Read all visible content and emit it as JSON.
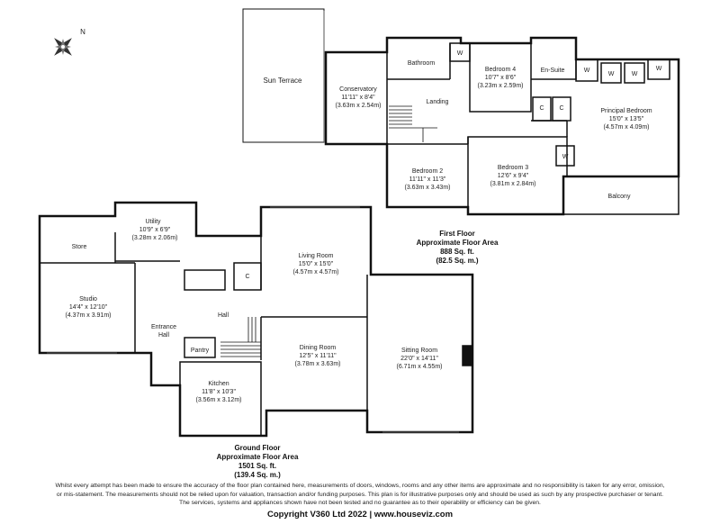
{
  "compass": {
    "north_label": "N",
    "icon": "compass-rose-icon"
  },
  "rooms": {
    "sun_terrace": {
      "name": "Sun Terrace"
    },
    "conservatory": {
      "name": "Conservatory",
      "size_imp": "11'11\" x 8'4\"",
      "size_met": "(3.63m x 2.54m)"
    },
    "bathroom": {
      "name": "Bathroom"
    },
    "wardrobe_w": {
      "name": "W"
    },
    "bedroom4": {
      "name": "Bedroom 4",
      "size_imp": "10'7\" x 8'6\"",
      "size_met": "(3.23m x 2.59m)"
    },
    "en_suite": {
      "name": "En-Suite"
    },
    "landing": {
      "name": "Landing"
    },
    "cupboard_c": {
      "name": "C"
    },
    "principal_bedroom": {
      "name": "Principal  Bedroom",
      "size_imp": "15'0\" x 13'5\"",
      "size_met": "(4.57m x 4.09m)"
    },
    "bedroom2": {
      "name": "Bedroom 2",
      "size_imp": "11'11\" x 11'3\"",
      "size_met": "(3.63m x 3.43m)"
    },
    "bedroom3": {
      "name": "Bedroom 3",
      "size_imp": "12'6\" x 9'4\"",
      "size_met": "(3.81m x 2.84m)"
    },
    "balcony": {
      "name": "Balcony"
    },
    "utility": {
      "name": "Utility",
      "size_imp": "10'9\" x 6'9\"",
      "size_met": "(3.28m x 2.06m)"
    },
    "store": {
      "name": "Store"
    },
    "studio": {
      "name": "Studio",
      "size_imp": "14'4\" x 12'10\"",
      "size_met": "(4.37m x 3.91m)"
    },
    "entrance_hall": {
      "name_line1": "Entrance",
      "name_line2": "Hall"
    },
    "hall": {
      "name": "Hall"
    },
    "pantry": {
      "name": "Pantry"
    },
    "kitchen": {
      "name": "Kitchen",
      "size_imp": "11'8\" x 10'3\"",
      "size_met": "(3.56m x 3.12m)"
    },
    "living_room": {
      "name": "Living Room",
      "size_imp": "15'0\" x 15'0\"",
      "size_met": "(4.57m x 4.57m)"
    },
    "dining_room": {
      "name": "Dining Room",
      "size_imp": "12'5\" x 11'11\"",
      "size_met": "(3.78m x 3.63m)"
    },
    "sitting_room": {
      "name": "Sitting Room",
      "size_imp": "22'0\" x 14'11\"",
      "size_met": "(6.71m x 4.55m)"
    }
  },
  "first_floor": {
    "title": "First Floor",
    "subtitle": "Approximate Floor Area",
    "area_sqft": "888 Sq. ft.",
    "area_sqm": "(82.5 Sq. m.)"
  },
  "ground_floor": {
    "title": "Ground Floor",
    "subtitle": "Approximate Floor Area",
    "area_sqft": "1501 Sq. ft.",
    "area_sqm": "(139.4 Sq. m.)"
  },
  "disclaimer": {
    "line1": "Whilst every attempt has been made to ensure the accuracy of the floor plan contained here, measurements of doors, windows, rooms and any other items are approximate and no responsibility is taken for any error, omission,",
    "line2": "or mis-statement. The measurements should not be relied upon for valuation, transaction and/or funding purposes. This plan is for illustrative purposes only and should be used as such by any prospective purchaser or tenant.",
    "line3": "The services, systems and appliances shown have not been tested and no guarantee as to their operability or efficiency can be given."
  },
  "copyright": "Copyright V360 Ltd 2022 | www.houseviz.com"
}
